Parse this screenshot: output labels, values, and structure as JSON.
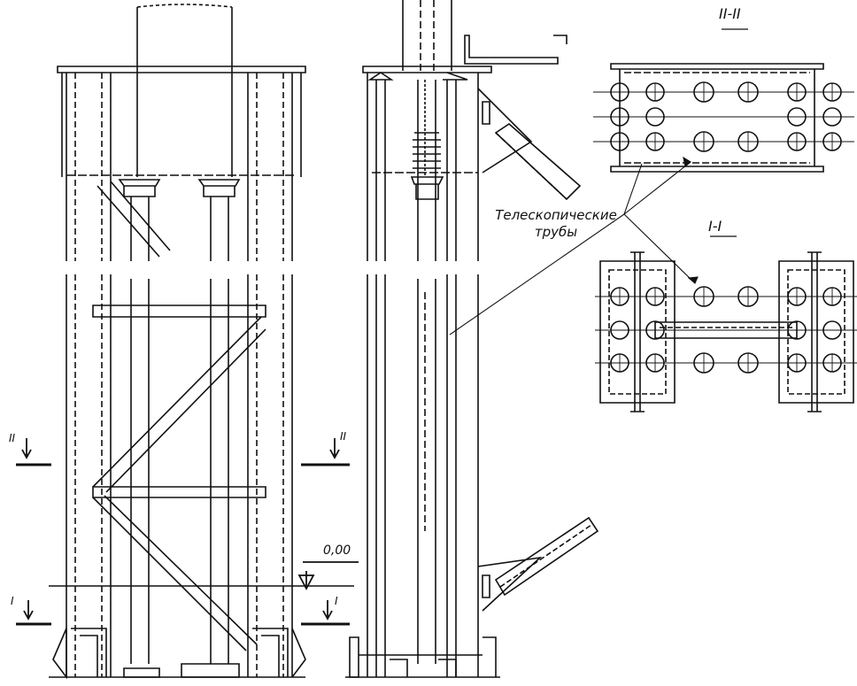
{
  "labels": {
    "section_2": "II-II",
    "section_1": "I-I",
    "telescopic_line1": "Телескопические",
    "telescopic_line2": "трубы",
    "elevation": "0,00",
    "mark_II_left": "II",
    "mark_II_right": "II",
    "mark_I_left": "I",
    "mark_I_right": "I"
  },
  "colors": {
    "ink": "#111111",
    "paper": "#ffffff"
  }
}
